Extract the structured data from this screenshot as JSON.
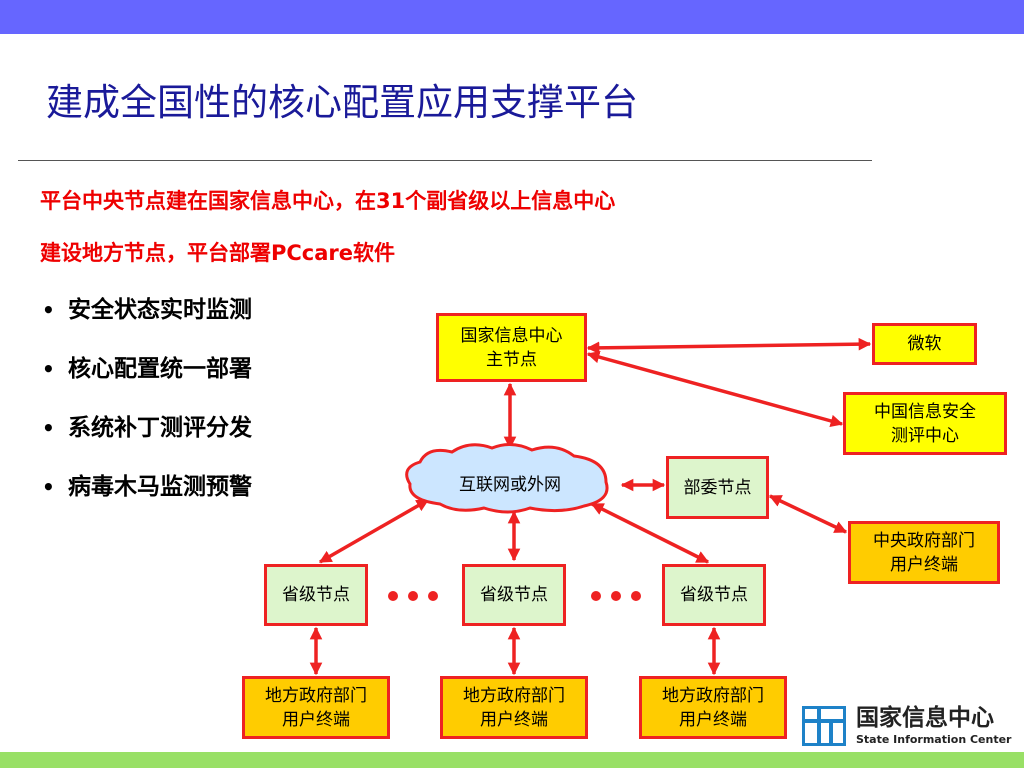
{
  "slide": {
    "title": "建成全国性的核心配置应用支撑平台",
    "intro_line1": "平台中央节点建在国家信息中心，在31个副省级以上信息中心",
    "intro_line2": "建设地方节点，平台部署PCcare软件",
    "bullets": [
      {
        "marker": "•",
        "text": "安全状态实时监测"
      },
      {
        "marker": "•",
        "text": "核心配置统一部署"
      },
      {
        "marker": "•",
        "text": "系统补丁测评分发"
      },
      {
        "marker": "•",
        "text": "病毒木马监测预警"
      }
    ]
  },
  "diagram": {
    "main_node": [
      "国家信息中心",
      "主节点"
    ],
    "microsoft": "微软",
    "security_center": [
      "中国信息安全",
      "测评中心"
    ],
    "cloud": "互联网或外网",
    "ministry_node": "部委节点",
    "central_terminal": [
      "中央政府部门",
      "用户终端"
    ],
    "province_nodes": [
      "省级节点",
      "省级节点",
      "省级节点"
    ],
    "local_terminals": [
      [
        "地方政府部门",
        "用户终端"
      ],
      [
        "地方政府部门",
        "用户终端"
      ],
      [
        "地方政府部门",
        "用户终端"
      ]
    ]
  },
  "logo": {
    "name_cn": "国家信息中心",
    "name_en": "State Information Center"
  },
  "colors": {
    "top_bar": "#6666ff",
    "bottom_bar": "#99e066",
    "title": "#1a1a99",
    "intro_text": "#ee0000",
    "arrow": "#ee2222",
    "node_yellow": "#ffff00",
    "node_orange": "#ffcc00",
    "node_green": "#ddf5cc",
    "cloud_fill": "#cce6ff"
  }
}
